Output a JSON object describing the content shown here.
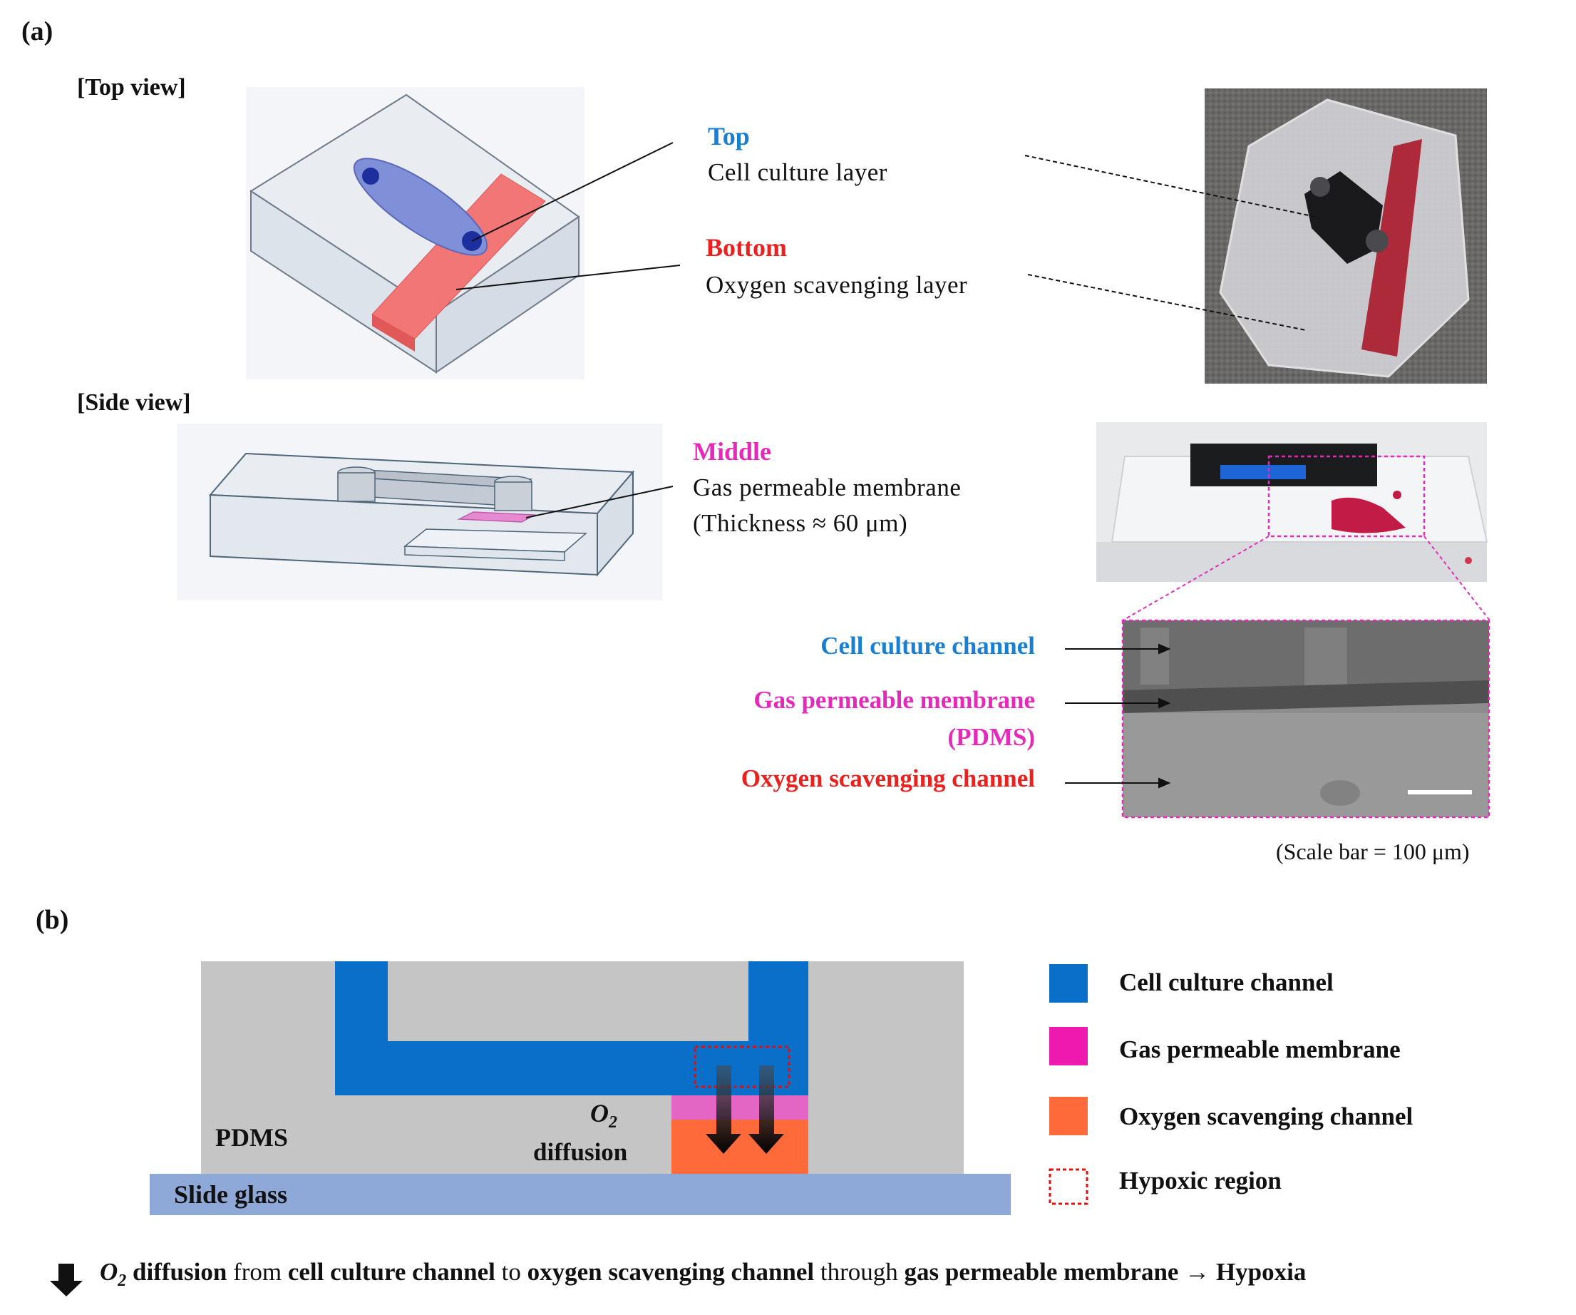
{
  "panel_a": {
    "label": "(a)",
    "top_view_label": "[Top view]",
    "side_view_label": "[Side view]",
    "top_title": "Top",
    "top_text": "Cell culture layer",
    "bottom_title": "Bottom",
    "bottom_text": "Oxygen scavenging layer",
    "middle_title": "Middle",
    "middle_text": "Gas permeable membrane",
    "middle_thickness": "(Thickness ≈ 60 μm)",
    "micro_cell_label": "Cell culture channel",
    "micro_membrane_label": "Gas permeable membrane",
    "micro_membrane_sub": "(PDMS)",
    "micro_oxygen_label": "Oxygen scavenging channel",
    "scale_bar_caption": "(Scale bar = 100 μm)"
  },
  "panel_b": {
    "label": "(b)",
    "pdms_label": "PDMS",
    "glass_label": "Slide glass",
    "o2_label": "O",
    "o2_sub": "2",
    "diffusion_label": "diffusion",
    "legend": [
      {
        "label": "Cell culture channel",
        "color": "#0a6fc9"
      },
      {
        "label": "Gas permeable membrane",
        "color": "#ee1ab0"
      },
      {
        "label": "Oxygen scavenging channel",
        "color": "#ff6a3a"
      },
      {
        "label": "Hypoxic region",
        "color": "#dd1111"
      }
    ]
  },
  "summary": {
    "o2": "O",
    "o2_sub": "2",
    "part1": "diffusion",
    "part2": "from",
    "part3": "cell culture channel",
    "part4": "to",
    "part5": "oxygen scavenging channel",
    "part6": "through",
    "part7": "gas permeable membrane",
    "part8": "→ Hypoxia"
  },
  "colors": {
    "blue_title": "#1a7fd0",
    "red_title": "#e8231f",
    "magenta_title": "#e32ab8",
    "pdms_gray": "#c5c5c5",
    "glass_blue": "#8ea8d8"
  }
}
